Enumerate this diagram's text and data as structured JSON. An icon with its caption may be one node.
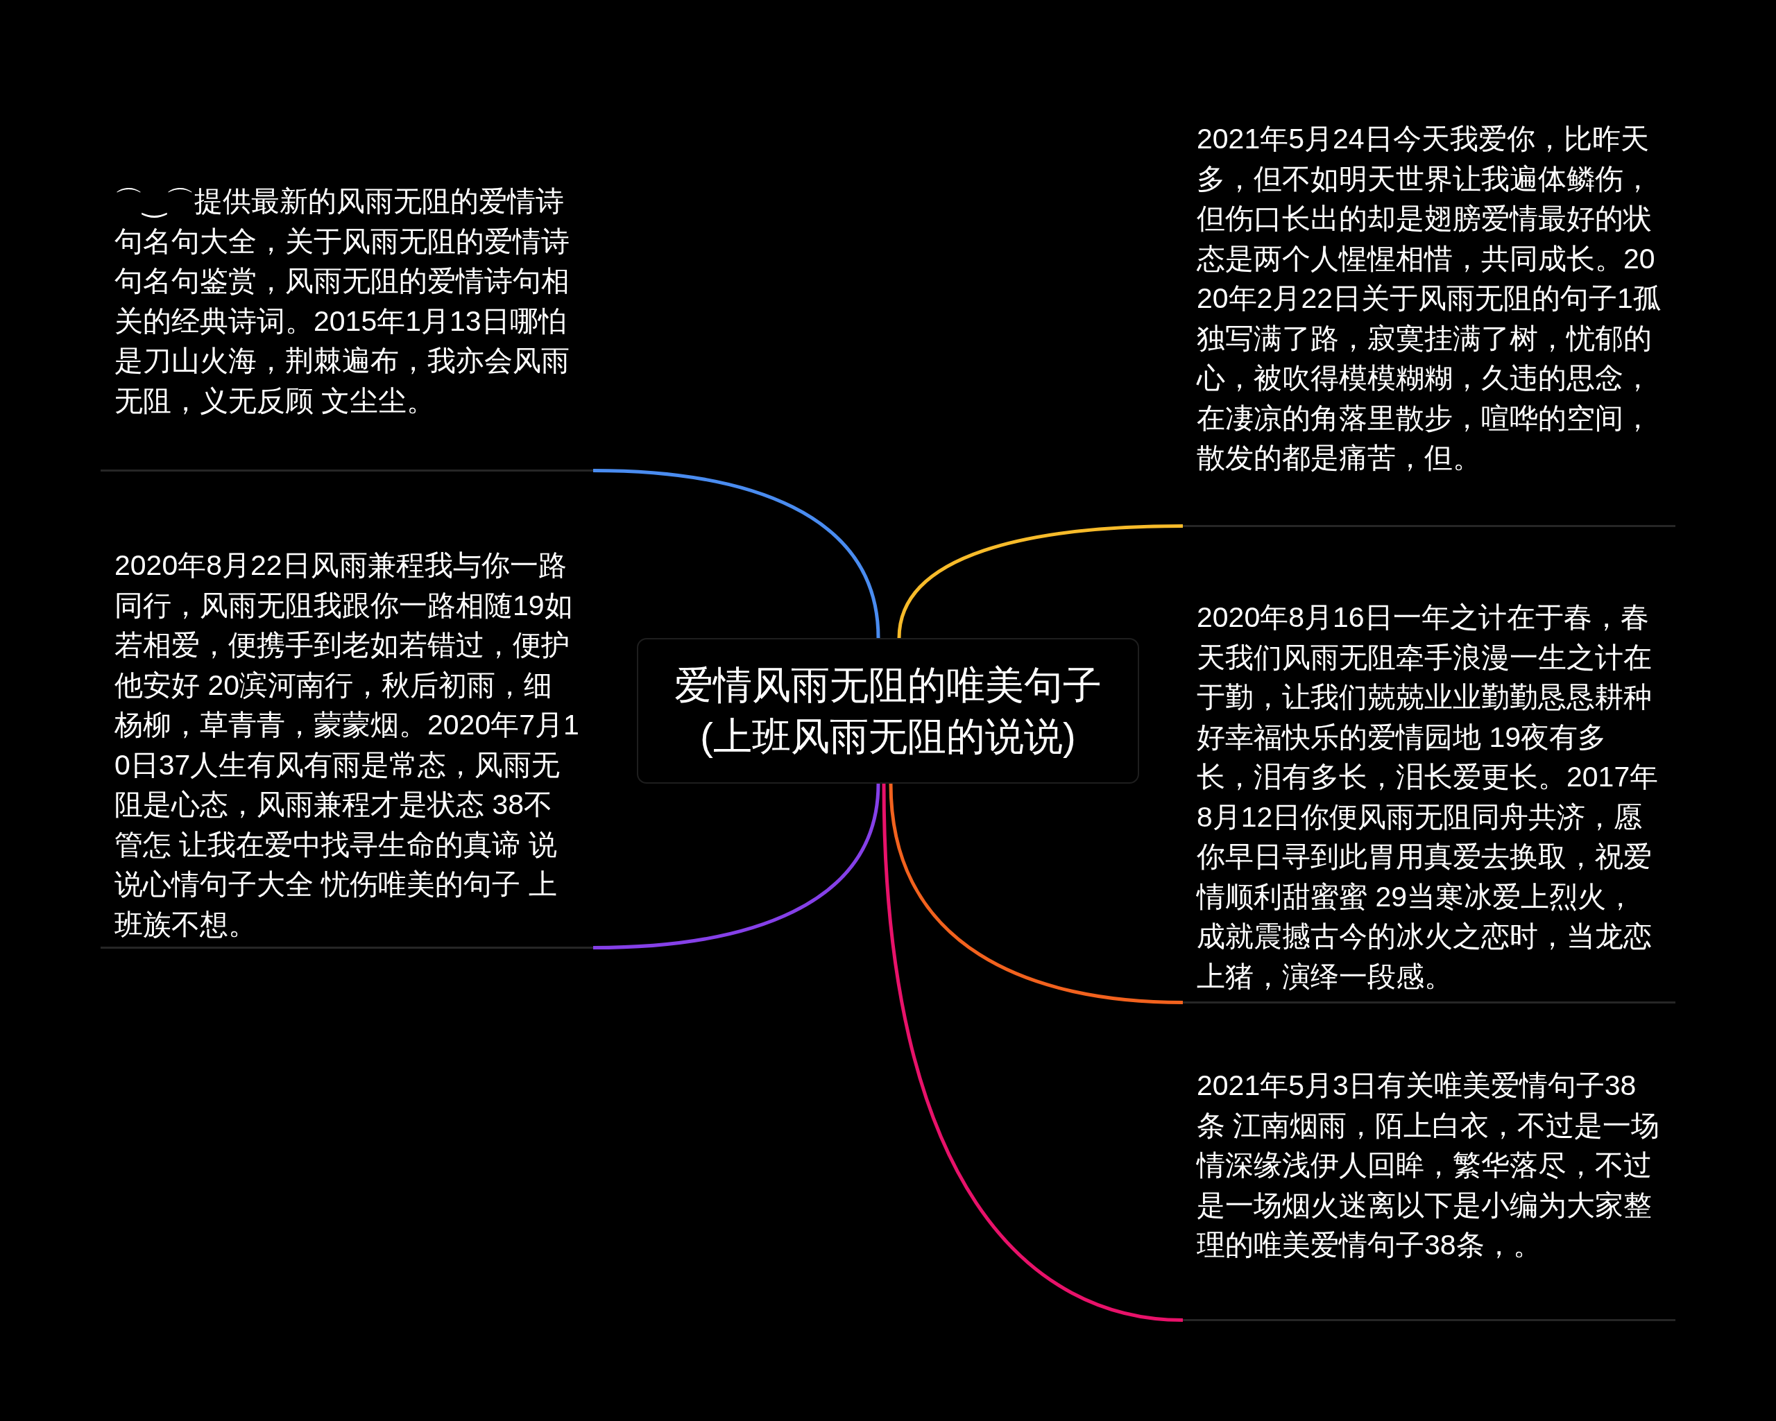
{
  "diagram": {
    "nodes": [
      {
        "text": [
          "爱情风雨无阻的唯美句子(上班风雨无阻的说说)"
        ]
      },
      {
        "text": [
          "⌒‿⌒提供最新的风雨无阻的爱情诗句名句大全，关于风雨无阻的爱情诗句名句鉴赏，风雨无阻的爱情诗句相关的经典诗词。2015年1月13日哪怕是刀山火海，荆棘遍布，我亦会风雨无阻，义无反顾 文尘尘。"
        ]
      },
      {
        "text": [
          "2020年8月22日风雨兼程我与你一路同行，风雨无阻我跟你一路相随19如若相爱，便携手到老如若错过，便护他安好 20滨河南行，秋后初雨，细杨柳，草青青，蒙蒙烟。2020年7月10日37人生有风有雨是常态，风雨无阻是心态，风雨兼程才是状态 38不管怎 让我在爱中找寻生命的真谛 说说心情句子大全 忧伤唯美的句子 上班族不想。"
        ]
      },
      {
        "text": [
          "2021年5月24日今天我爱你，比昨天多，但不如明天世界让我遍体鳞伤，但伤口长出的却是翅膀爱情最好的状态是两个人惺惺相惜，共同成长。2020年2月22日关于风雨无阻的句子1孤独写满了路，寂寞挂满了树，忧郁的心，被吹得模模糊糊，久违的思念，在凄凉的角落里散步，喧哗的空间，散发的都是痛苦，但。"
        ]
      },
      {
        "text": [
          "2020年8月16日一年之计在于春，春天我们风雨无阻牵手浪漫一生之计在于勤，让我们兢兢业业勤勤恳恳耕种好幸福快乐的爱情园地 19夜有多长，泪有多长，泪长爱更长。2017年8月12日你便风雨无阻同舟共济，愿你早日寻到此胃用真爱去换取，祝爱情顺利甜蜜蜜 29当寒冰爱上烈火，成就震撼古今的冰火之恋时，当龙恋上猪，演绎一段感。"
        ]
      },
      {
        "text": [
          "2021年5月3日有关唯美爱情句子38条 江南烟雨，陌上白衣，不过是一场情深缘浅伊人回眸，繁华落尽，不过是一场烟火迷离以下是小编为大家整理的唯美爱情句子38条，。"
        ]
      }
    ],
    "edges": [
      {
        "from": 0,
        "to": 1,
        "arrow": "none",
        "color": "#4a8cf0"
      },
      {
        "from": 0,
        "to": 2,
        "arrow": "none",
        "color": "#8540e8"
      },
      {
        "from": 0,
        "to": 3,
        "arrow": "none",
        "color": "#f7bb2a"
      },
      {
        "from": 0,
        "to": 4,
        "arrow": "none",
        "color": "#f2621e"
      },
      {
        "from": 0,
        "to": 5,
        "arrow": "none",
        "color": "#e8126a"
      }
    ]
  }
}
